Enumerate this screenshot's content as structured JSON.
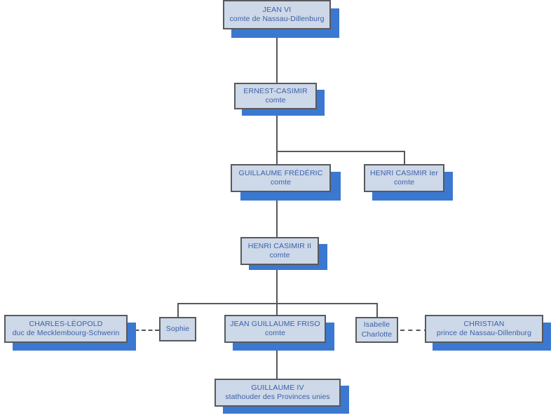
{
  "diagram": {
    "type": "genealogy-tree",
    "title": "",
    "colors": {
      "box_fill": "#cdd8e8",
      "box_border": "#58595b",
      "text": "#3a5fa8",
      "shadow": "#3b78d1",
      "connector": "#55595c",
      "background": "#ffffff"
    },
    "nodes": [
      {
        "id": "jean-vi",
        "title": "JEAN VI",
        "subtitle": "comte de Nassau-Dillenburg",
        "has_shadow": true
      },
      {
        "id": "ernest-casimir",
        "title": "ERNEST-CASIMIR",
        "subtitle": "comte",
        "has_shadow": true
      },
      {
        "id": "guillaume-frederic",
        "title": "GUILLAUME FRÉDÉRIC",
        "subtitle": "comte",
        "has_shadow": true
      },
      {
        "id": "henri-casimir-ier",
        "title": "HENRI CASIMIR Ier",
        "subtitle": "comte",
        "has_shadow": true
      },
      {
        "id": "henri-casimir-ii",
        "title": "HENRI CASIMIR II",
        "subtitle": "comte",
        "has_shadow": true
      },
      {
        "id": "charles-leopold",
        "title": "CHARLES-LÉOPOLD",
        "subtitle": "duc de Mecklembourg-Schwerin",
        "has_shadow": true
      },
      {
        "id": "sophie",
        "title": "Sophie",
        "subtitle": "",
        "has_shadow": false
      },
      {
        "id": "jean-guillaume-friso",
        "title": "JEAN GUILLAUME FRISO",
        "subtitle": "comte",
        "has_shadow": true
      },
      {
        "id": "isabelle-charlotte",
        "title": "Isabelle",
        "subtitle": "Charlotte",
        "has_shadow": false
      },
      {
        "id": "christian",
        "title": "CHRISTIAN",
        "subtitle": "prince de Nassau-Dillenburg",
        "has_shadow": true
      },
      {
        "id": "guillaume-iv",
        "title": "GUILLAUME IV",
        "subtitle": "stathouder des Provinces unies",
        "has_shadow": true
      }
    ]
  }
}
